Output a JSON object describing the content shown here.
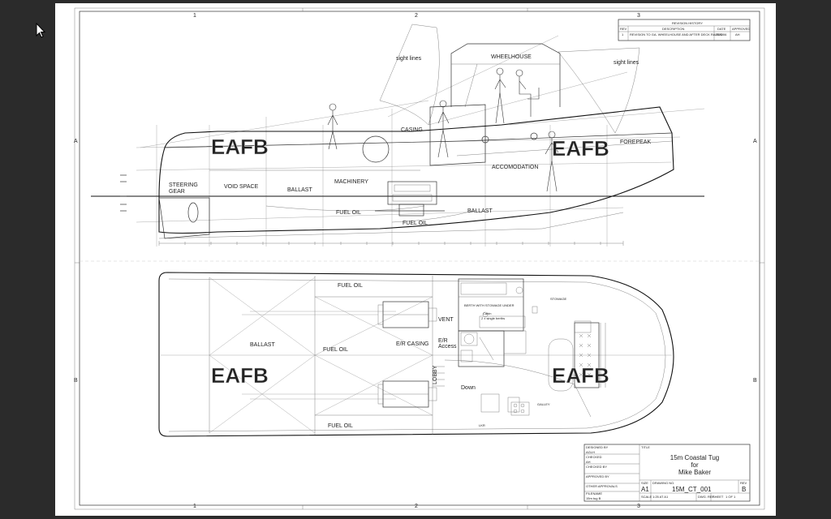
{
  "grid": {
    "columns": [
      "1",
      "2",
      "3"
    ],
    "rows": [
      "A",
      "B"
    ]
  },
  "revision": {
    "header": "REVISION HISTORY",
    "columns": [
      "REV",
      "DESCRIPTION",
      "DATE",
      "APPROVED"
    ],
    "rows": [
      {
        "rev": "1",
        "description": "REVISION TO GA. WHEELHOUSE AND AFTER DECK RAISED",
        "date": "25/6/06",
        "approved": "AH"
      }
    ]
  },
  "profile_labels": {
    "sight_lines_left": "sight lines",
    "sight_lines_right": "sight lines",
    "wheelhouse": "WHEELHOUSE",
    "casing": "CASING",
    "forepeak": "FOREPEAK",
    "accomodation": "ACCOMODATION",
    "steering_gear_1": "STEERING",
    "steering_gear_2": "GEAR",
    "void_space": "VOID SPACE",
    "ballast_aft": "BALLAST",
    "machinery": "MACHINERY",
    "fuel_oil_1": "FUEL OIL",
    "fuel_oil_2": "FUEL OIL",
    "ballast_fwd": "BALLAST"
  },
  "plan_labels": {
    "fuel_oil_top": "FUEL OIL",
    "ballast": "BALLAST",
    "fuel_oil_mid": "FUEL OIL",
    "fuel_oil_bottom": "FUEL OIL",
    "er_casing": "E/R CASING",
    "vent": "VENT",
    "er_access_1": "E/R",
    "er_access_2": "Access",
    "lobby": "LOBBY",
    "down": "Down",
    "galley": "GALLEY",
    "lkr": "LKR",
    "stowage": "STOWAGE",
    "berth_note": "BERTH WITH STOWAGE UNDER",
    "cabin_1": "Cabin",
    "cabin_2": "2 x single berths"
  },
  "watermark": "EAFB",
  "title_block": {
    "drawn_by_label": "DESIGNED BY",
    "drawn_by": "AGLH",
    "checked_label": "CHECKED",
    "checked": "AH",
    "field3_label": "CHECKED BY",
    "field4_label": "APPROVED BY",
    "field5_label": "OTHER APPROVALS",
    "filename_label": "FILENAME",
    "filename": "15m tug B",
    "title_label": "TITLE",
    "title_1": "15m Coastal Tug",
    "title_2": "for",
    "title_3": "Mike Baker",
    "size_label": "SIZE",
    "size": "A1",
    "drawing_no_label": "DRAWING NO.",
    "drawing_no": "15M_CT_001",
    "rev_label": "REV",
    "rev": "B",
    "scale_label": "SCALE",
    "scale": "1:25 AT A1",
    "dwg_ref_label": "DWG. REF",
    "sheet_label": "SHEET",
    "sheet_text": "1 OF 1"
  }
}
